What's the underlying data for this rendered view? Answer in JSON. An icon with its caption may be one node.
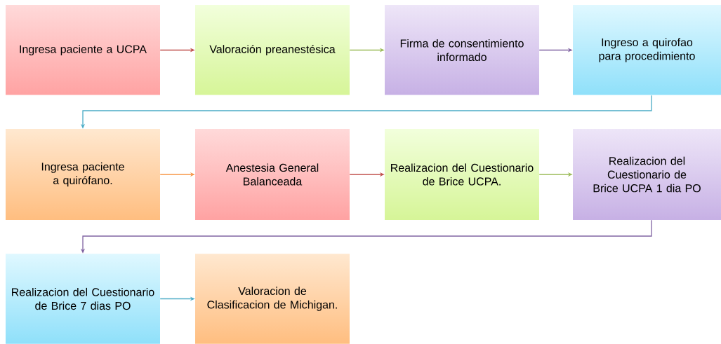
{
  "diagram": {
    "nodes": [
      {
        "text": [
          "Ingresa paciente a UCPA"
        ]
      },
      {
        "text": [
          "Valoración preanestésica"
        ]
      },
      {
        "text": [
          "Firma de consentimiento informado"
        ]
      },
      {
        "text": [
          "Ingreso a quirofao para procedimiento"
        ]
      },
      {
        "text": [
          "Ingresa paciente a quirófano."
        ]
      },
      {
        "text": [
          "Anestesia General Balanceada"
        ]
      },
      {
        "text": [
          "Realizacion del Cuestionario de Brice UCPA."
        ]
      },
      {
        "text": [
          "Realizacion del Cuestionario de Brice UCPA 1 dia PO"
        ]
      },
      {
        "text": [
          "Realizacion del Cuestionario de Brice 7 dias PO"
        ]
      },
      {
        "text": [
          "Valoracion de Clasificacion de Michigan."
        ]
      }
    ],
    "edges": [
      {
        "from": 0,
        "to": 1,
        "arrow": "to",
        "color": "#c0504d"
      },
      {
        "from": 1,
        "to": 2,
        "arrow": "to",
        "color": "#9bbb59"
      },
      {
        "from": 2,
        "to": 3,
        "arrow": "to",
        "color": "#8064a2"
      },
      {
        "from": 3,
        "to": 4,
        "arrow": "to",
        "color": "#4bacc6"
      },
      {
        "from": 4,
        "to": 5,
        "arrow": "to",
        "color": "#f79646"
      },
      {
        "from": 5,
        "to": 6,
        "arrow": "to",
        "color": "#c0504d"
      },
      {
        "from": 6,
        "to": 7,
        "arrow": "to",
        "color": "#9bbb59"
      },
      {
        "from": 7,
        "to": 8,
        "arrow": "to",
        "color": "#8064a2"
      },
      {
        "from": 8,
        "to": 9,
        "arrow": "to",
        "color": "#4bacc6"
      }
    ]
  }
}
